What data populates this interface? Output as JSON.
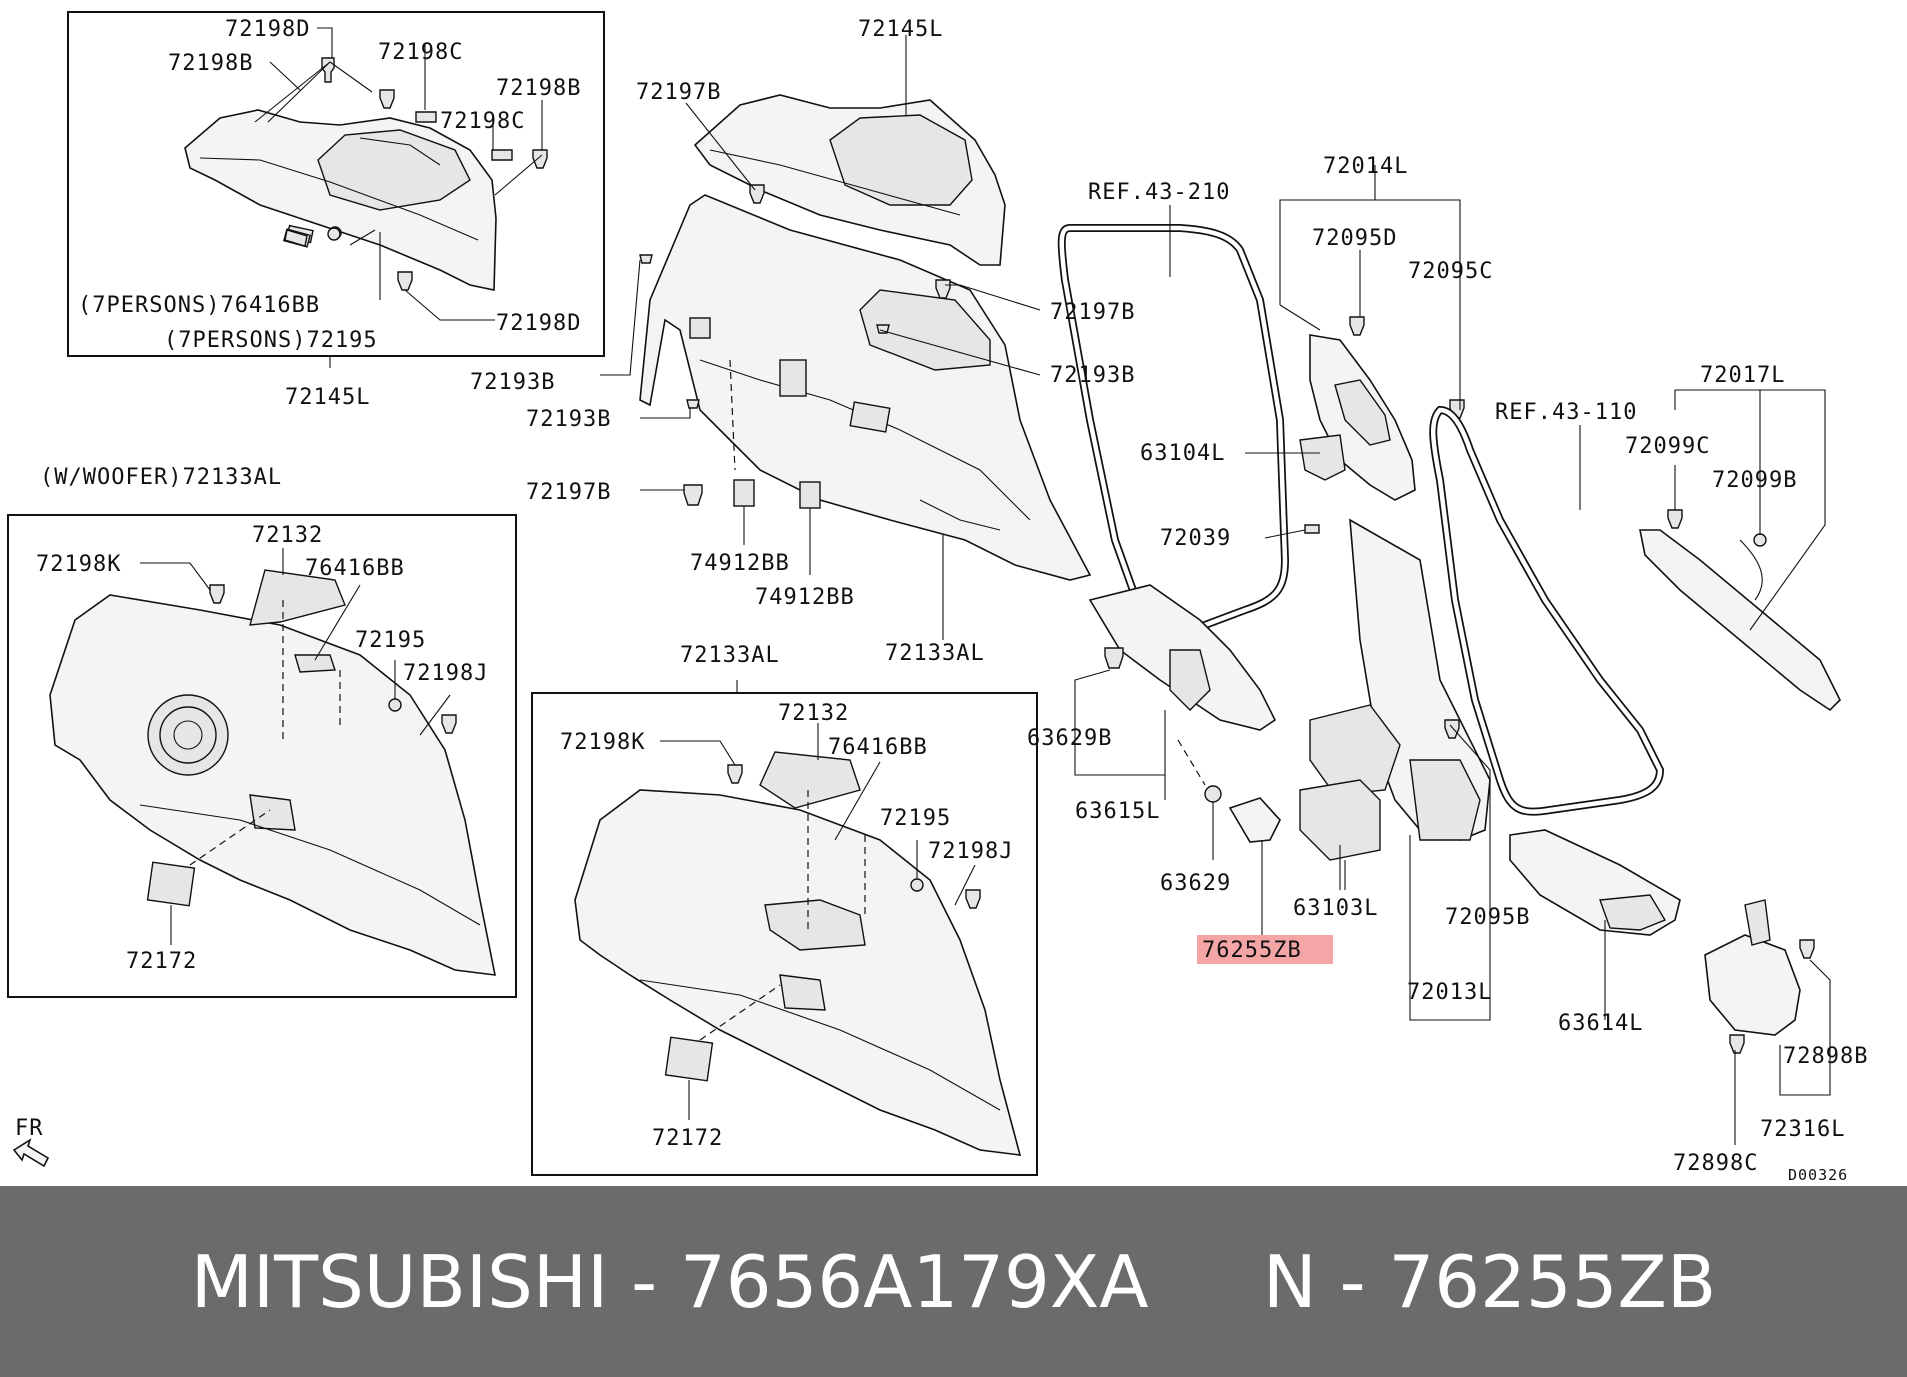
{
  "diagram": {
    "labels": {
      "l1": "72198D",
      "l2": "72198C",
      "l3": "72198B",
      "l4": "72198B",
      "l5": "72198C",
      "l6": "(7PERSONS)76416BB",
      "l7": "72198D",
      "l8": "(7PERSONS)72195",
      "l9": "72145L",
      "l10": "72145L",
      "l11": "72197B",
      "l12": "72197B",
      "l13": "72193B",
      "l14": "72193B",
      "l15": "72193B",
      "l16": "72197B",
      "l17": "74912BB",
      "l18": "74912BB",
      "l19": "72133AL",
      "l20": "REF.43-210",
      "l21": "72014L",
      "l22": "72095D",
      "l23": "72095C",
      "l24": "63104L",
      "l25": "72039",
      "l26": "REF.43-110",
      "l27": "72017L",
      "l28": "72099C",
      "l29": "72099B",
      "l30": "(W/WOOFER)72133AL",
      "l31": "72132",
      "l32": "72198K",
      "l33": "76416BB",
      "l34": "72195",
      "l35": "72198J",
      "l36": "72172",
      "l37": "72133AL",
      "l38": "72132",
      "l39": "72198K",
      "l40": "76416BB",
      "l41": "72195",
      "l42": "72198J",
      "l43": "72172",
      "l44": "63629B",
      "l45": "63615L",
      "l46": "63629",
      "l47": "76255ZB",
      "l48": "63103L",
      "l49": "72095B",
      "l50": "72013L",
      "l51": "63614L",
      "l52": "72898B",
      "l53": "72316L",
      "l54": "72898C",
      "l55": "FR",
      "l56": "D00326"
    },
    "highlight_color": "#f4a6a6"
  },
  "footer": {
    "text": "MITSUBISHI - 7656A179XA     N - 76255ZB"
  }
}
